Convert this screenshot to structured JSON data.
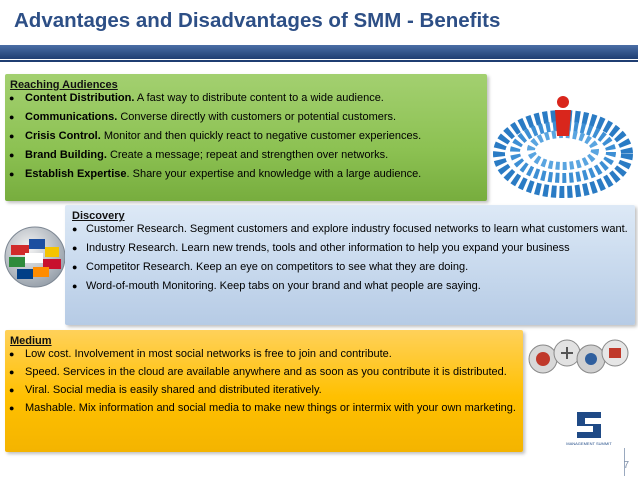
{
  "title": "Advantages and Disadvantages of SMM - Benefits",
  "page_number": "7",
  "reaching": {
    "heading": "Reaching Audiences",
    "items": [
      {
        "lead": "Content Distribution.",
        "text": " A fast way to distribute content to a wide audience."
      },
      {
        "lead": "Communications.",
        "text": " Converse directly with customers or potential customers."
      },
      {
        "lead": "Crisis Control.",
        "text": " Monitor and then quickly react to negative customer experiences."
      },
      {
        "lead": "Brand Building.",
        "text": " Create a message; repeat and strengthen over networks."
      },
      {
        "lead": "Establish Expertise",
        "text": ". Share your expertise and knowledge with a large audience."
      }
    ]
  },
  "discovery": {
    "heading": "Discovery",
    "items": [
      "Customer Research.  Segment customers and explore industry focused networks to learn what customers want.",
      "Industry Research. Learn new trends, tools and other information to help you expand your business",
      "Competitor Research.  Keep an eye on competitors to see what they are doing.",
      "Word-of-mouth Monitoring.  Keep tabs on your brand and what people are saying."
    ]
  },
  "medium": {
    "heading": "Medium",
    "items": [
      "Low cost.  Involvement in most social networks is free to join and contribute.",
      "Speed.  Services in the cloud are available anywhere and as soon as you contribute it is distributed.",
      "Viral.  Social media is easily shared and distributed iteratively.",
      "Mashable.  Mix information and social media to make new things or intermix with your own marketing."
    ]
  },
  "logo_text": "MANAGEMENT SUMMIT",
  "colors": {
    "title": "#2d4f86",
    "green_box": "#8cc152",
    "blue_box": "#c9daee",
    "yellow_box": "#ffc000"
  }
}
